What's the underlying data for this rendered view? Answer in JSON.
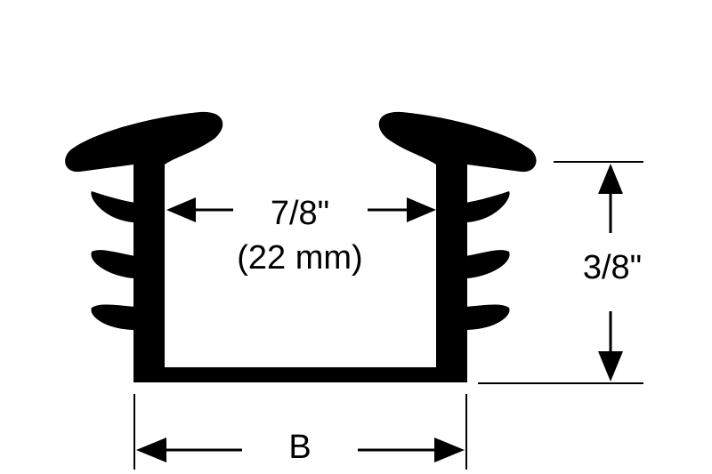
{
  "diagram": {
    "inner_width_label": "7/8\"",
    "inner_width_metric": "(22 mm)",
    "height_label": "3/8\"",
    "base_width_label": "B",
    "colors": {
      "profile": "#000000",
      "background": "#ffffff"
    }
  }
}
